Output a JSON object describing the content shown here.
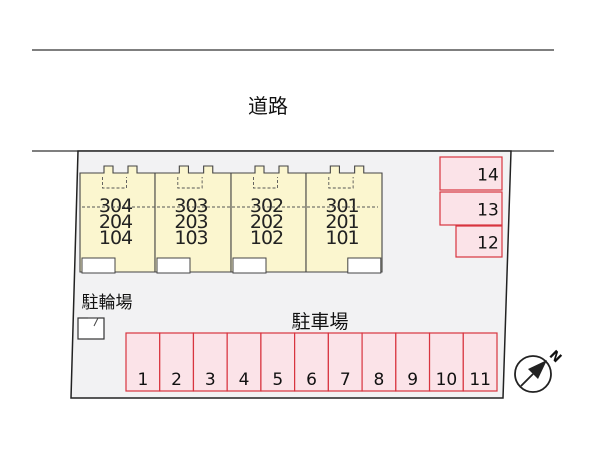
{
  "labels": {
    "road": "道路",
    "parking": "駐車場",
    "bicycle_parking": "駐輪場"
  },
  "units": [
    {
      "upper": "304",
      "middle": "204",
      "lower": "104"
    },
    {
      "upper": "303",
      "middle": "203",
      "lower": "103"
    },
    {
      "upper": "302",
      "middle": "202",
      "lower": "102"
    },
    {
      "upper": "301",
      "middle": "201",
      "lower": "101"
    }
  ],
  "parking_bottom": [
    "1",
    "2",
    "3",
    "4",
    "5",
    "6",
    "7",
    "8",
    "9",
    "10",
    "11"
  ],
  "parking_right": [
    "14",
    "13",
    "12"
  ],
  "compass": {
    "label": "N",
    "icon": "north-arrow-icon"
  },
  "colors": {
    "lot": "#f2f2f3",
    "building": "#fbf6cf",
    "parking_fill": "#fbe3e8",
    "parking_stroke": "#d8343f"
  }
}
